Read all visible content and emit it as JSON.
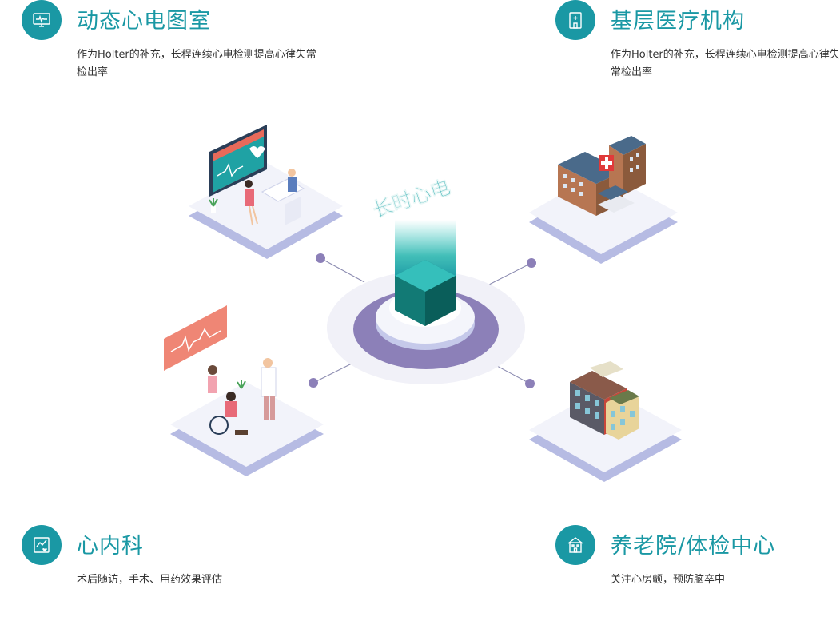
{
  "center_label": "长时心电",
  "features": [
    {
      "title": "动态心电图室",
      "desc": "作为Holter的补充，长程连续心电检测提高心律失常检出率",
      "icon": "ecg-monitor-icon"
    },
    {
      "title": "基层医疗机构",
      "desc": "作为Holter的补充，长程连续心电检测提高心律失常检出率",
      "icon": "clinic-building-icon"
    },
    {
      "title": "心内科",
      "desc": "术后随访，手术、用药效果评估",
      "icon": "heart-chart-icon"
    },
    {
      "title": "养老院/体检中心",
      "desc": "关注心房颤，预防脑卒中",
      "icon": "nursing-home-icon"
    }
  ],
  "colors": {
    "accent": "#1a98a4",
    "purple": "#8c80b8",
    "platform": "#eef0f8",
    "platform_edge": "#b9bde3",
    "coral": "#ef8675"
  }
}
